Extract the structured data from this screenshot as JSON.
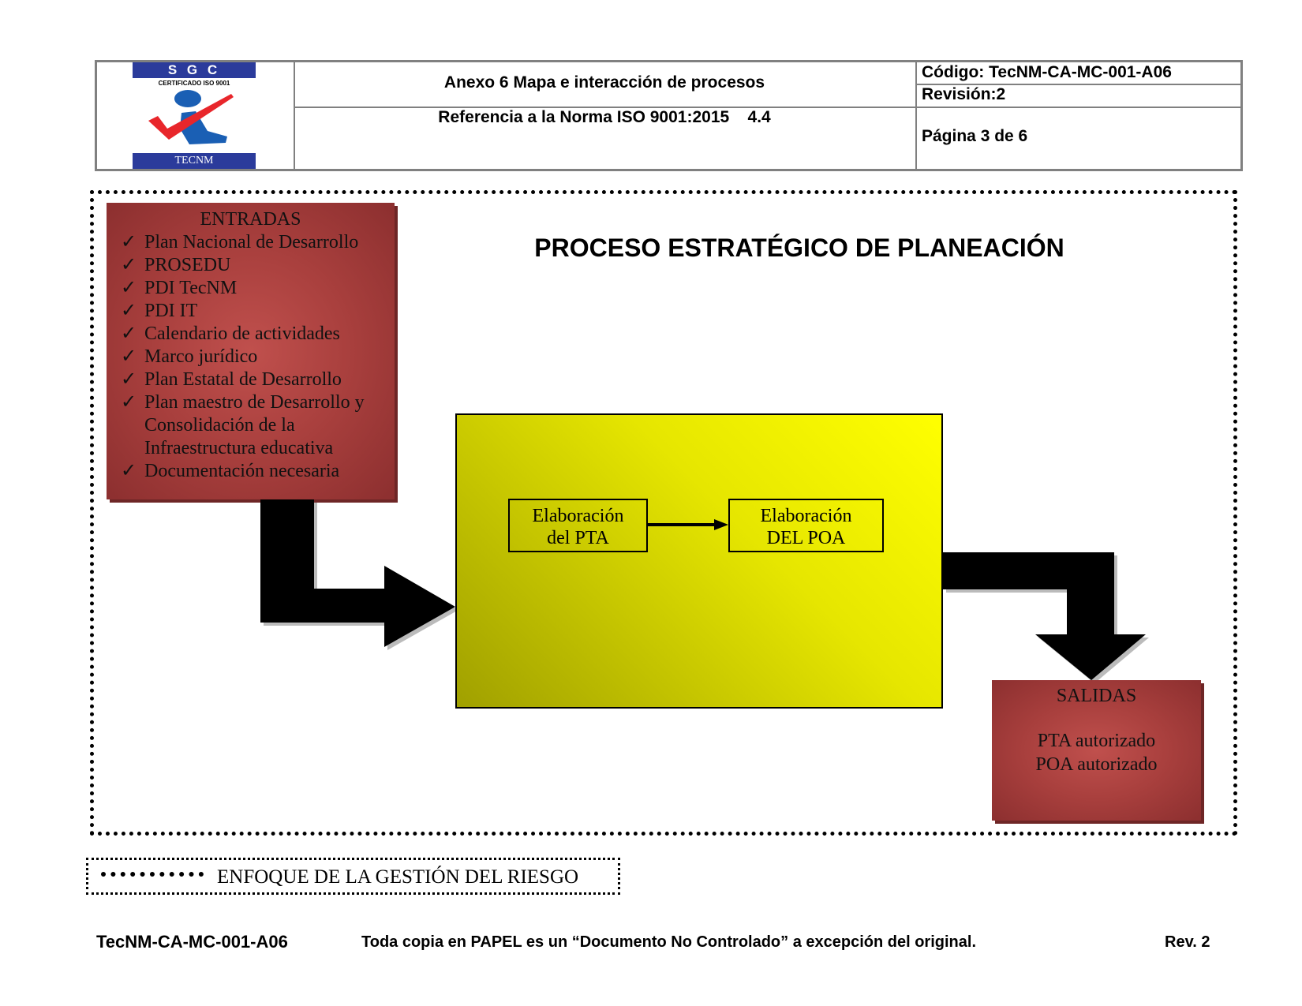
{
  "header": {
    "logo": {
      "top_text": "S G C",
      "sub_text": "CERTIFICADO ISO 9001",
      "bottom_text": "TECNM",
      "colors": {
        "blue": "#2b3b9b",
        "red": "#e8262b",
        "figure": "#1a5fb4"
      }
    },
    "title": "Anexo 6   Mapa e interacción de procesos",
    "reference": "Referencia a la Norma ISO 9001:2015    4.4",
    "code": "Código: TecNM-CA-MC-001-A06",
    "revision": "Revisión:2",
    "page": "Página 3 de 6"
  },
  "diagram": {
    "title": "PROCESO ESTRATÉGICO DE PLANEACIÓN",
    "inputs": {
      "heading": "ENTRADAS",
      "check_icon": "✓",
      "items": [
        "Plan Nacional de Desarrollo",
        "PROSEDU",
        "PDI TecNM",
        "PDI IT",
        "Calendario de actividades",
        "Marco jurídico",
        "Plan Estatal de Desarrollo",
        "Plan maestro de Desarrollo y Consolidación de la Infraestructura educativa",
        "Documentación necesaria"
      ]
    },
    "steps": [
      {
        "line1": "Elaboración",
        "line2": "del PTA"
      },
      {
        "line1": "Elaboración",
        "line2": "DEL POA"
      }
    ],
    "outputs": {
      "heading": "SALIDAS",
      "items": [
        "PTA autorizado",
        "POA autorizado"
      ]
    },
    "colors": {
      "box_red": "#a83f3d",
      "yellow": "#ffff00",
      "olive": "#a0a000"
    }
  },
  "legend": {
    "label": "ENFOQUE DE LA GESTIÓN DEL RIESGO"
  },
  "footer": {
    "code": "TecNM-CA-MC-001-A06",
    "notice": "Toda copia en PAPEL es un “Documento No Controlado” a excepción del original.",
    "rev": "Rev. 2"
  }
}
